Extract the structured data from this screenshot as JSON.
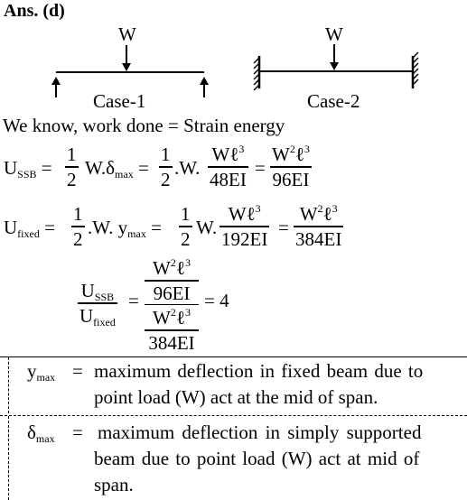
{
  "answer_label": "Ans. (d)",
  "figure": {
    "load_label_1": "W",
    "load_label_2": "W",
    "case1_label": "Case-1",
    "case2_label": "Case-2"
  },
  "statement": "We know, work done = Strain energy",
  "eq1": {
    "lhs_main": "U",
    "lhs_sub": "SSB",
    "half_num": "1",
    "half_den": "2",
    "term": "W.δ",
    "term_sub": "max",
    "half2_num": "1",
    "half2_den": "2",
    "w_dot": ".W.",
    "f1_num_w": "Wℓ",
    "f1_num_exp": "3",
    "f1_den": "48EI",
    "f2_num_w": "W",
    "f2_num_wexp": "2",
    "f2_num_l": "ℓ",
    "f2_num_lexp": "3",
    "f2_den": "96EI"
  },
  "eq2": {
    "lhs_main": "U",
    "lhs_sub": "fixed",
    "half_num": "1",
    "half_den": "2",
    "term": ".W. y",
    "term_sub": "max",
    "half2_num": "1",
    "half2_den": "2",
    "w_dot": "W.",
    "f1_num_w": "Wℓ",
    "f1_num_exp": "3",
    "f1_den": "192EI",
    "f2_num_w": "W",
    "f2_num_wexp": "2",
    "f2_num_l": "ℓ",
    "f2_num_lexp": "3",
    "f2_den": "384EI"
  },
  "eq3": {
    "ratio_num_main": "U",
    "ratio_num_sub": "SSB",
    "ratio_den_main": "U",
    "ratio_den_sub": "fixed",
    "top_num_w": "W",
    "top_num_wexp": "2",
    "top_num_l": "ℓ",
    "top_num_lexp": "3",
    "top_den": "96EI",
    "bot_num_w": "W",
    "bot_num_wexp": "2",
    "bot_num_l": "ℓ",
    "bot_num_lexp": "3",
    "bot_den": "384EI",
    "result": "= 4"
  },
  "definitions": [
    {
      "symbol_main": "y",
      "symbol_sub": "max",
      "equals": "=",
      "line1": "maximum deflection in fixed beam due to",
      "line2": "point load (W) act at the mid of span."
    },
    {
      "symbol_main": "δ",
      "symbol_sub": "max",
      "equals": "=",
      "line1": "maximum deflection in simply supported",
      "line2": "beam due to point load (W) act at mid of",
      "line3": "span."
    }
  ]
}
